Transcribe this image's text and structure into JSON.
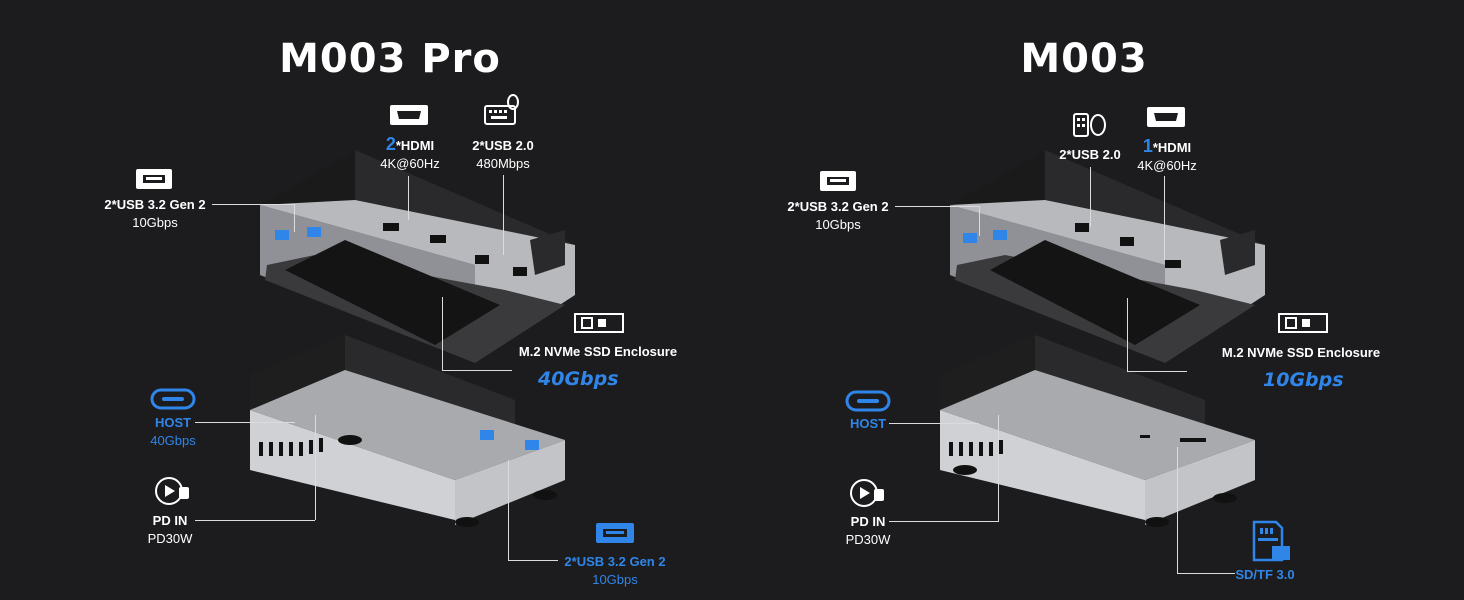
{
  "left": {
    "title": "M003 Pro",
    "usb32_top": {
      "name": "2*USB 3.2 Gen 2",
      "speed": "10Gbps"
    },
    "hdmi": {
      "count": "2",
      "name": "*HDMI",
      "spec": "4K@60Hz"
    },
    "usb20": {
      "name": "2*USB 2.0",
      "spec": "480Mbps"
    },
    "ssd": {
      "name": "M.2 NVMe SSD Enclosure",
      "speed": "40Gbps"
    },
    "host": {
      "name": "HOST",
      "speed": "40Gbps"
    },
    "pd": {
      "name": "PD IN",
      "spec": "PD30W"
    },
    "usb32_bottom": {
      "name": "2*USB 3.2 Gen 2",
      "speed": "10Gbps"
    }
  },
  "right": {
    "title": "M003",
    "usb32_top": {
      "name": "2*USB 3.2 Gen 2",
      "speed": "10Gbps"
    },
    "usb20": {
      "name": "2*USB 2.0"
    },
    "hdmi": {
      "count": "1",
      "name": "*HDMI",
      "spec": "4K@60Hz"
    },
    "ssd": {
      "name": "M.2 NVMe SSD Enclosure",
      "speed": "10Gbps"
    },
    "host": {
      "name": "HOST"
    },
    "pd": {
      "name": "PD IN",
      "spec": "PD30W"
    },
    "sdtf": {
      "name": "SD/TF 3.0"
    }
  },
  "colors": {
    "background": "#1c1c1e",
    "accent": "#2f86e8",
    "text": "#ffffff"
  }
}
